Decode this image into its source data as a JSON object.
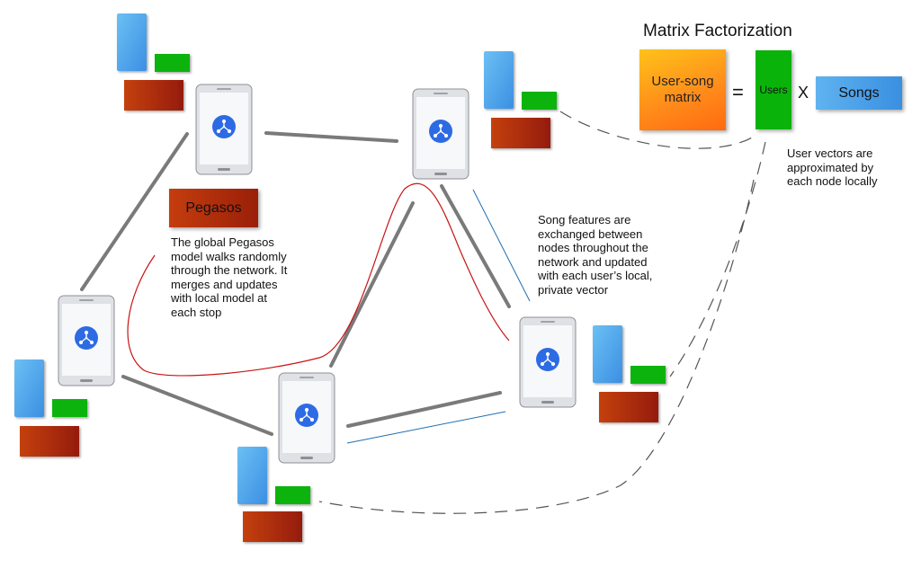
{
  "title": "Matrix Factorization",
  "pegasos_label": "Pegasos",
  "pegasos_note": "The global Pegasos\nmodel walks randomly\nthrough the network. It\nmerges and updates\nwith local model at\neach stop",
  "song_note": "Song features are\nexchanged between\nnodes throughout the\nnetwork and updated\nwith each user’s local,\nprivate vector",
  "user_note": "User vectors are\napproximated by\neach node locally",
  "matrix": {
    "user_song": "User-song\nmatrix",
    "equals": "=",
    "users": "Users",
    "times": "X",
    "songs": "Songs"
  },
  "node_icon": "network-hub-icon",
  "colors": {
    "phone_accent": "#2d6be4",
    "network_line": "#7a7a7a",
    "walk_path": "#c81414",
    "song_exchange": "#1f6fb2",
    "user_vector": "#0ab30a",
    "song_vector": "#4aa3ec",
    "pegasos_model": "#b32a0c"
  }
}
